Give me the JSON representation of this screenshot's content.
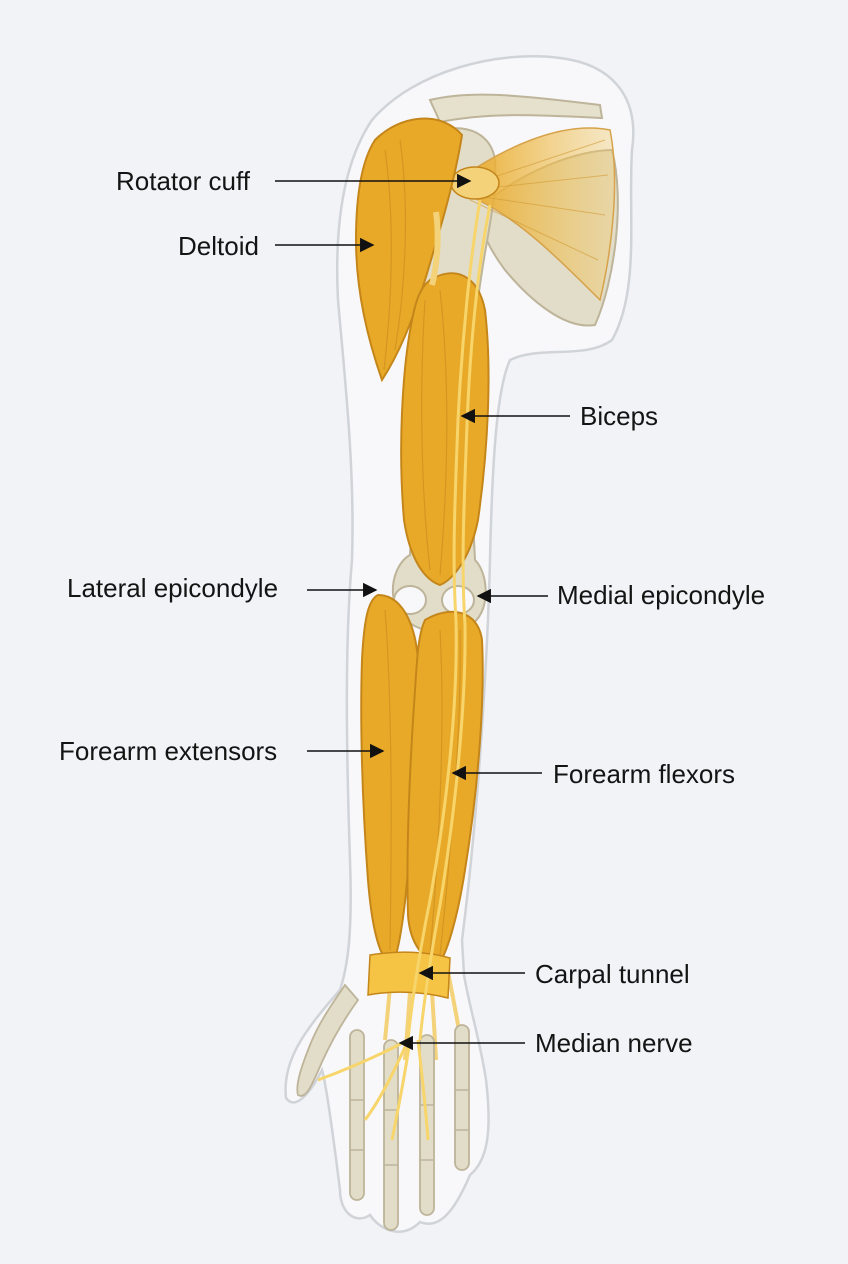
{
  "diagram": {
    "labels": {
      "rotator_cuff": "Rotator cuff",
      "deltoid": "Deltoid",
      "biceps": "Biceps",
      "lateral_epicondyle": "Lateral epicondyle",
      "medial_epicondyle": "Medial epicondyle",
      "forearm_extensors": "Forearm extensors",
      "forearm_flexors": "Forearm flexors",
      "carpal_tunnel": "Carpal tunnel",
      "median_nerve": "Median nerve"
    },
    "colors": {
      "background": "#f1f3f6",
      "muscle": "#e9a928",
      "muscle_dark": "#c4861a",
      "tendon": "#f3d27a",
      "bone": "#e2ddc8",
      "nerve": "#f7d56a",
      "skin_outline": "#d0d3d8",
      "leader_line": "#111111"
    }
  }
}
